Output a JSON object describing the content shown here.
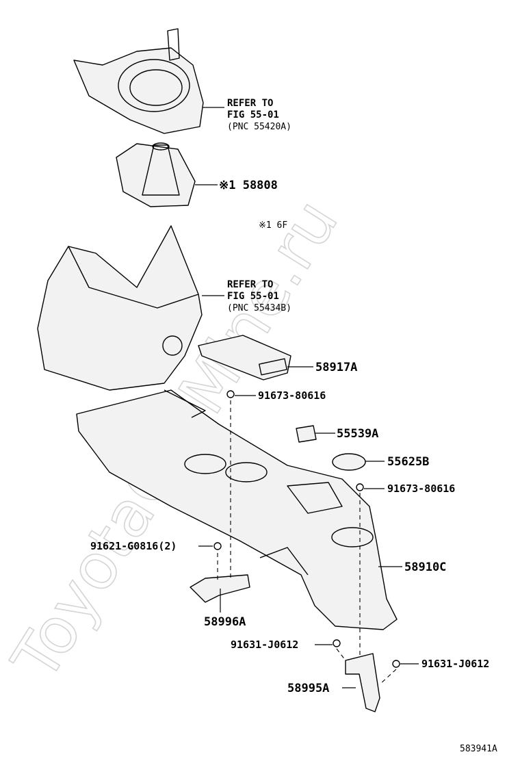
{
  "diagram_id": "583941A",
  "watermark": "ToyotaCarMine.ru",
  "note": "※1 6F",
  "labels": {
    "refer_a": {
      "line1": "REFER TO",
      "line2": "FIG 55-01",
      "line3": "(PNC 55420A)"
    },
    "refer_b": {
      "line1": "REFER TO",
      "line2": "FIG 55-01",
      "line3": "(PNC 55434B)"
    },
    "p58808": "※1 58808",
    "p58917A": "58917A",
    "p91673_top": "91673-80616",
    "p55539A": "55539A",
    "p55625B": "55625B",
    "p91673_mid": "91673-80616",
    "p91621": "91621-G0816(2)",
    "p58910C": "58910C",
    "p58996A": "58996A",
    "p91631_left": "91631-J0612",
    "p91631_right": "91631-J0612",
    "p58995A": "58995A"
  }
}
